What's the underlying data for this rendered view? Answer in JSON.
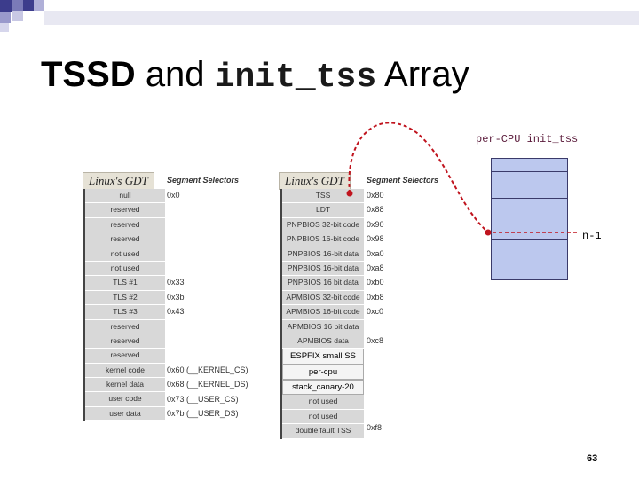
{
  "title": {
    "bold": "TSSD",
    "mid": "and",
    "code": "init_tss",
    "tail": "Array"
  },
  "left_gdt": {
    "label": "Linux's GDT",
    "header": "Segment Selectors",
    "rows": [
      "null",
      "reserved",
      "reserved",
      "reserved",
      "not used",
      "not used",
      "TLS #1",
      "TLS #2",
      "TLS #3",
      "reserved",
      "reserved",
      "reserved",
      "kernel code",
      "kernel data",
      "user code",
      "user data"
    ],
    "selectors": [
      {
        "row": 0,
        "text": "0x0"
      },
      {
        "row": 6,
        "text": "0x33"
      },
      {
        "row": 7,
        "text": "0x3b"
      },
      {
        "row": 8,
        "text": "0x43"
      },
      {
        "row": 12,
        "text": "0x60  (__KERNEL_CS)"
      },
      {
        "row": 13,
        "text": "0x68  (__KERNEL_DS)"
      },
      {
        "row": 14,
        "text": "0x73  (__USER_CS)"
      },
      {
        "row": 15,
        "text": "0x7b  (__USER_DS)"
      }
    ]
  },
  "right_gdt": {
    "label": "Linux's GDT",
    "header": "Segment Selectors",
    "rows": [
      "TSS",
      "LDT",
      "PNPBIOS 32-bit code",
      "PNPBIOS 16-bit code",
      "PNPBIOS 16-bit data",
      "PNPBIOS 16-bit data",
      "PNPBIOS 16 bit data",
      "APMBIOS 32-bit code",
      "APMBIOS 16-bit code",
      "APMBIOS 16 bit data",
      "APMBIOS data",
      "ESPFIX small SS",
      "per-cpu",
      "stack_canary-20",
      "not used",
      "not used",
      "double fault TSS"
    ],
    "selectors": [
      {
        "row": 0,
        "text": "0x80"
      },
      {
        "row": 1,
        "text": "0x88"
      },
      {
        "row": 2,
        "text": "0x90"
      },
      {
        "row": 3,
        "text": "0x98"
      },
      {
        "row": 4,
        "text": "0xa0"
      },
      {
        "row": 5,
        "text": "0xa8"
      },
      {
        "row": 6,
        "text": "0xb0"
      },
      {
        "row": 7,
        "text": "0xb8"
      },
      {
        "row": 8,
        "text": "0xc0"
      },
      {
        "row": 10,
        "text": "0xc8"
      },
      {
        "row": 16,
        "text": "0xf8"
      }
    ]
  },
  "percpu": {
    "label": "per-CPU init_tss",
    "n_label": "n-1"
  },
  "page_number": "63",
  "colors": {
    "arrow": "#c0141e",
    "tss_fill": "#bcc8ee"
  }
}
